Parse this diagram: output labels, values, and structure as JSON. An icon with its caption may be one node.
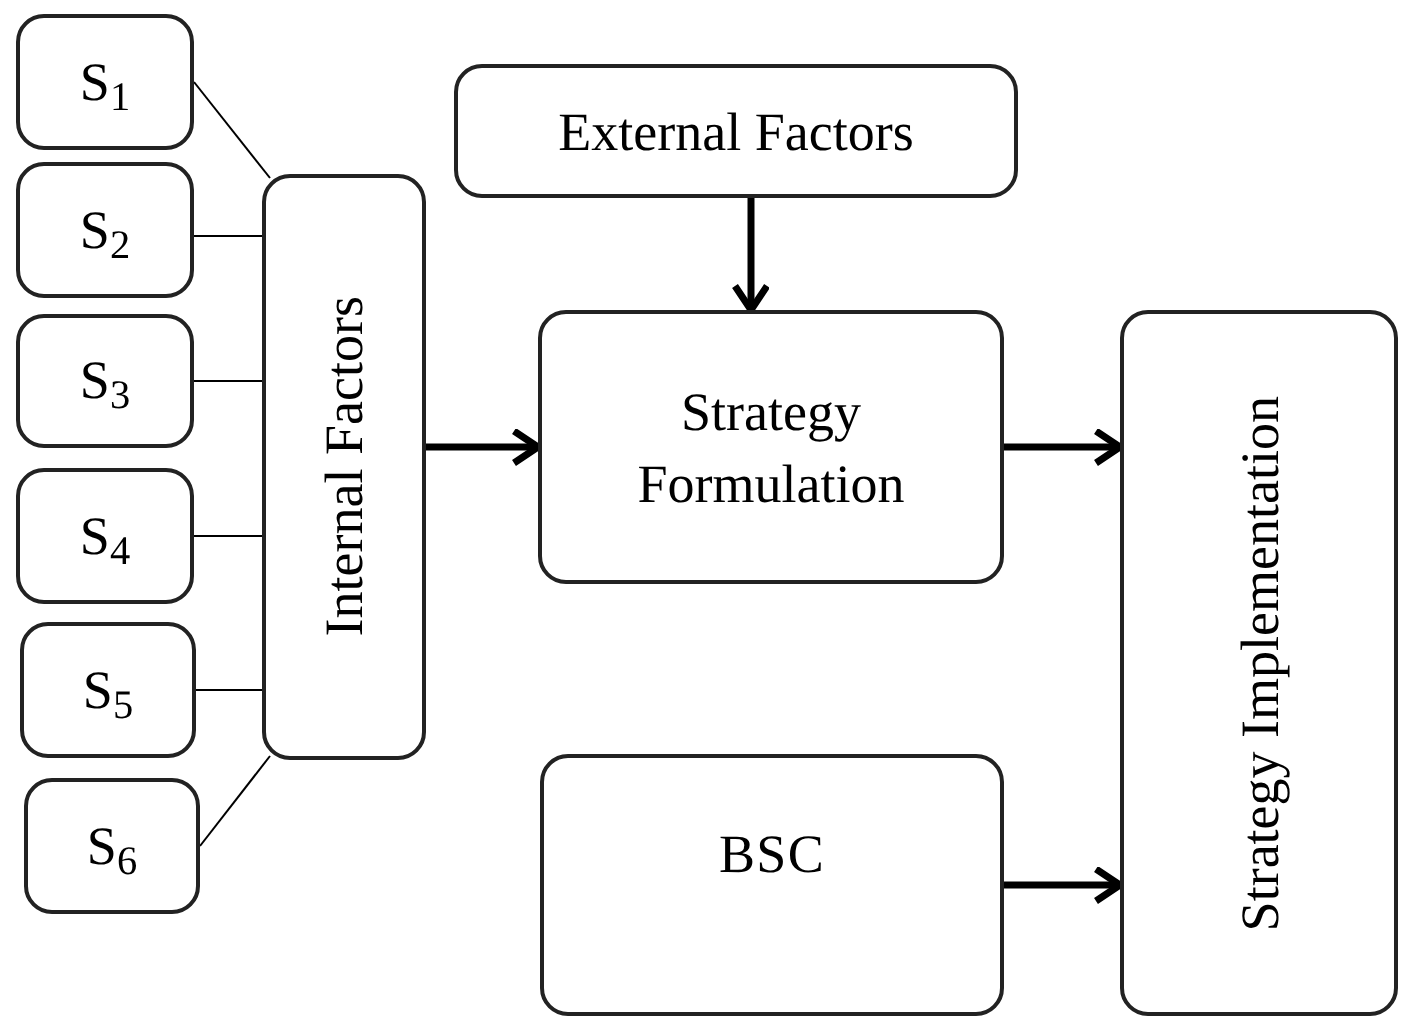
{
  "diagram": {
    "nodes": [
      {
        "text": [
          "S$_{1}$"
        ]
      },
      {
        "text": [
          "S$_{2}$"
        ]
      },
      {
        "text": [
          "S$_{3}$"
        ]
      },
      {
        "text": [
          "S$_{4}$"
        ]
      },
      {
        "text": [
          "S$_{5}$"
        ]
      },
      {
        "text": [
          "S$_{6}$"
        ]
      },
      {
        "text": [
          "Internal Factors"
        ]
      },
      {
        "text": [
          "External Factors"
        ]
      },
      {
        "text": [
          "Strategy Formulation"
        ]
      },
      {
        "text": [
          "BSC"
        ]
      },
      {
        "text": [
          "Strategy Implementation"
        ]
      }
    ],
    "edges": [
      {
        "from": 0,
        "to": 6,
        "arrow": "none"
      },
      {
        "from": 1,
        "to": 6,
        "arrow": "none"
      },
      {
        "from": 2,
        "to": 6,
        "arrow": "none"
      },
      {
        "from": 3,
        "to": 6,
        "arrow": "none"
      },
      {
        "from": 4,
        "to": 6,
        "arrow": "none"
      },
      {
        "from": 5,
        "to": 6,
        "arrow": "none"
      },
      {
        "from": 6,
        "to": 8,
        "arrow": "to",
        "style": "thick"
      },
      {
        "from": 7,
        "to": 8,
        "arrow": "to",
        "style": "thick"
      },
      {
        "from": 8,
        "to": 10,
        "arrow": "to",
        "style": "thick"
      },
      {
        "from": 9,
        "to": 10,
        "arrow": "to",
        "style": "thick"
      }
    ]
  }
}
